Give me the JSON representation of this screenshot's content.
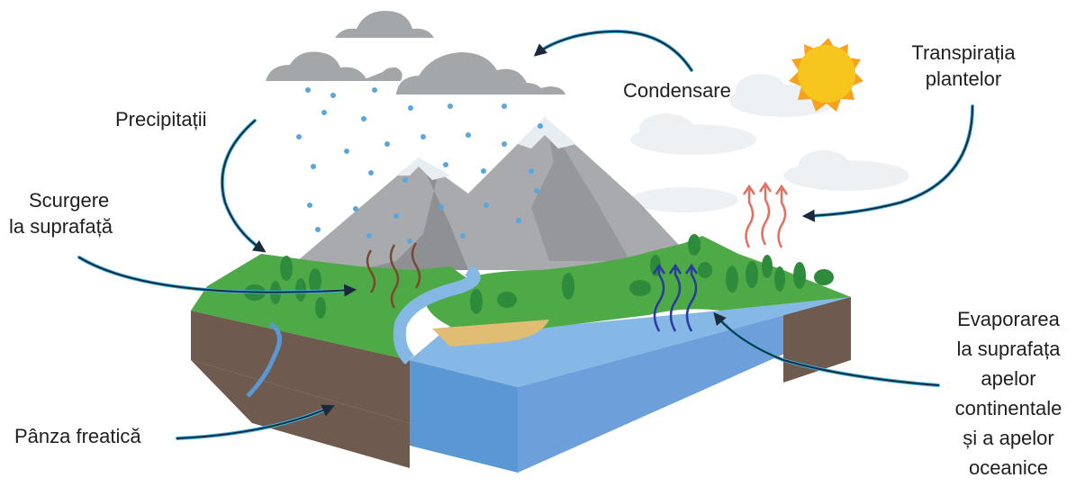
{
  "diagram": {
    "labels": {
      "condensation": "Condensare",
      "precipitation": "Precipitații",
      "transpiration_line1": "Transpirația",
      "transpiration_line2": "plantelor",
      "runoff_line1": "Scurgere",
      "runoff_line2": "la suprafață",
      "groundwater": "Pânza freatică",
      "evaporation_line1": "Evaporarea",
      "evaporation_line2": "la suprafața",
      "evaporation_line3": "apelor",
      "evaporation_line4": "continentale",
      "evaporation_line5": "și a apelor",
      "evaporation_line6": "oceanice"
    },
    "colors": {
      "grass": "#4eaa46",
      "soil": "#6e5a4e",
      "water_top": "#86b8e6",
      "water_side": "#5a97d3",
      "mountain": "#a9aaad",
      "snow": "#e8edf1",
      "cloud": "#a3a7aa",
      "sun": "#f6b91f",
      "rain_drop": "#5aa5de",
      "arrow": "#1b2a3a",
      "arrow_accent": "#39b3e5",
      "sand": "#e0bd72",
      "evaporation_arrows": "#2b3a9e",
      "transpiration_arrows": "#e56e5e",
      "runoff_arrows": "#7a4a2e"
    },
    "icons": [
      "cloud-icon",
      "sun-icon",
      "rain-drop-icon",
      "tree-icon",
      "mountain-icon"
    ]
  }
}
